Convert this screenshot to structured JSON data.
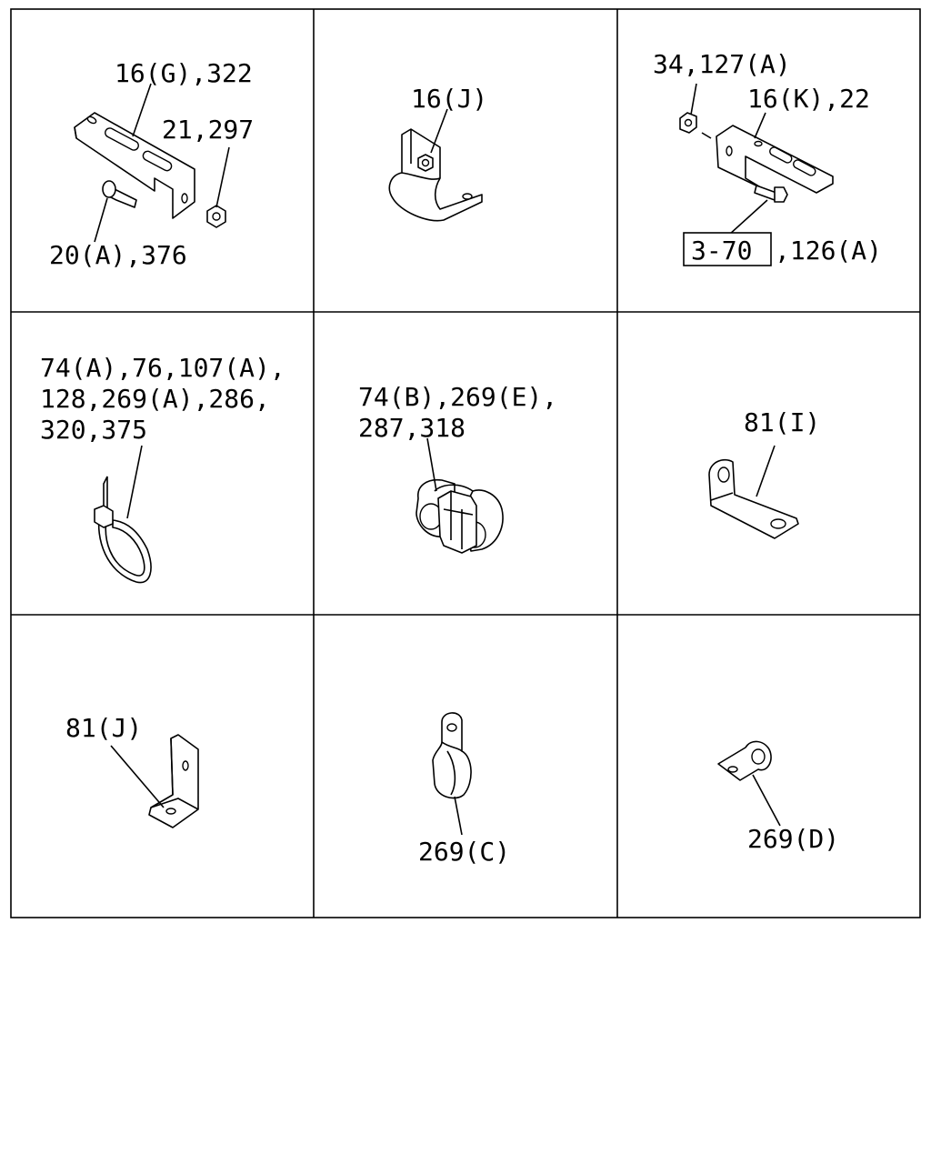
{
  "cells": [
    {
      "labels": [
        "16(G),322",
        "21,297",
        "20(A),376"
      ]
    },
    {
      "labels": [
        "16(J)"
      ]
    },
    {
      "labels": [
        "34,127(A)",
        "16(K),22",
        "3-70",
        ",126(A)"
      ]
    },
    {
      "labels": [
        "74(A),76,107(A),",
        "128,269(A),286,",
        "320,375"
      ]
    },
    {
      "labels": [
        "74(B),269(E),",
        "287,318"
      ]
    },
    {
      "labels": [
        "81(I)"
      ]
    },
    {
      "labels": [
        "81(J)"
      ]
    },
    {
      "labels": [
        "269(C)"
      ]
    },
    {
      "labels": [
        "269(D)"
      ]
    }
  ]
}
